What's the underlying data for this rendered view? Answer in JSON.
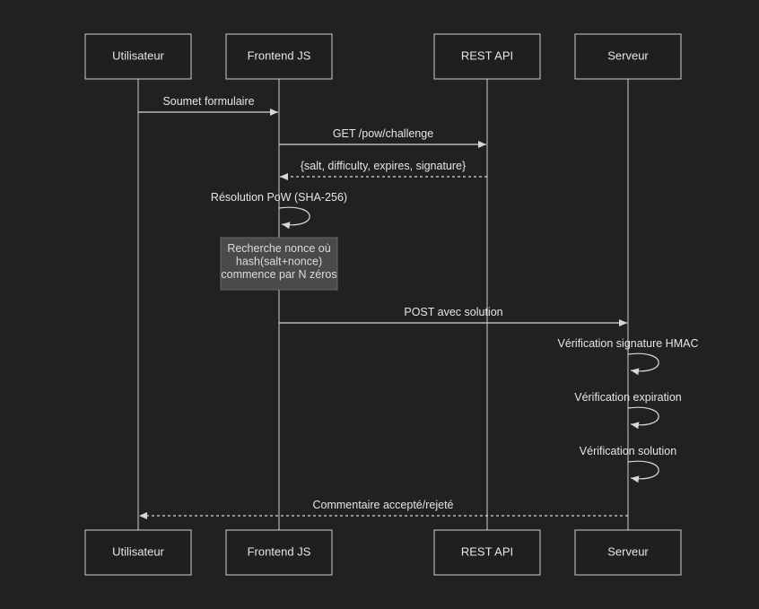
{
  "actors": [
    {
      "id": "user",
      "label": "Utilisateur"
    },
    {
      "id": "front",
      "label": "Frontend JS"
    },
    {
      "id": "api",
      "label": "REST API"
    },
    {
      "id": "server",
      "label": "Serveur"
    }
  ],
  "messages": [
    {
      "from": "user",
      "to": "front",
      "label": "Soumet formulaire",
      "style": "solid"
    },
    {
      "from": "front",
      "to": "api",
      "label": "GET /pow/challenge",
      "style": "solid"
    },
    {
      "from": "api",
      "to": "front",
      "label": "{salt, difficulty, expires, signature}",
      "style": "dashed"
    },
    {
      "from": "front",
      "to": "front",
      "label": "Résolution PoW (SHA-256)",
      "style": "solid"
    },
    {
      "from": "front",
      "to": "server",
      "label": "POST avec solution",
      "style": "solid"
    },
    {
      "from": "server",
      "to": "server",
      "label": "Vérification signature HMAC",
      "style": "solid"
    },
    {
      "from": "server",
      "to": "server",
      "label": "Vérification expiration",
      "style": "solid"
    },
    {
      "from": "server",
      "to": "server",
      "label": "Vérification solution",
      "style": "solid"
    },
    {
      "from": "server",
      "to": "user",
      "label": "Commentaire accepté/rejeté",
      "style": "dashed"
    }
  ],
  "note": {
    "over": "front",
    "lines": [
      "Recherche nonce où",
      "hash(salt+nonce)",
      "commence par N zéros"
    ]
  },
  "colors": {
    "background": "#212121",
    "line": "#d8d8d8",
    "note_fill": "#4a4a4a"
  }
}
